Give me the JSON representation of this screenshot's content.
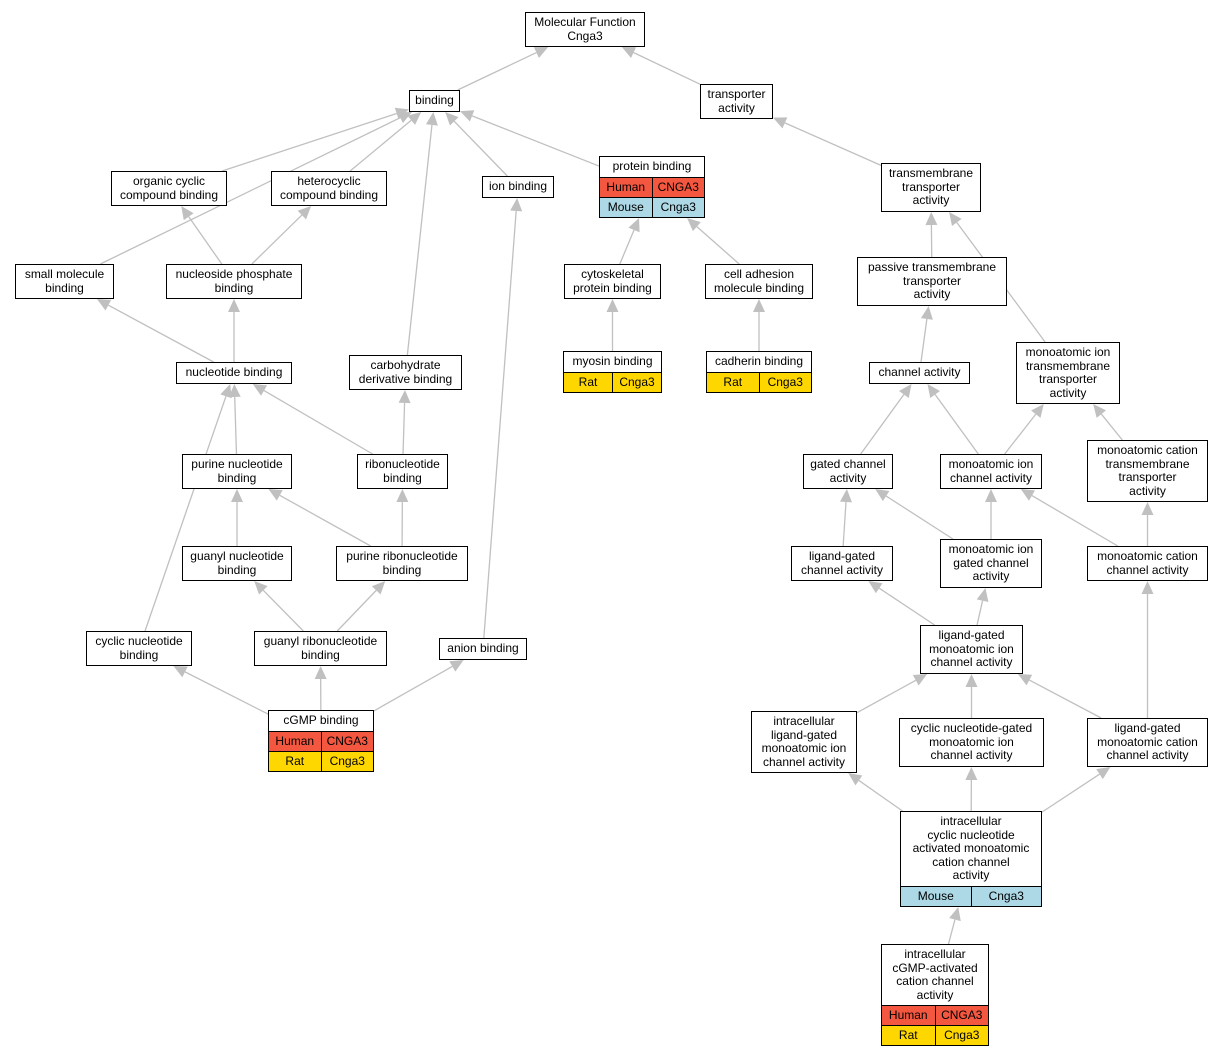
{
  "colors": {
    "human": "#f4573f",
    "rat": "#ffd700",
    "mouse": "#add8e6",
    "edge": "#c0c0c0"
  },
  "nodes": {
    "mf": {
      "label": "Molecular Function\nCnga3"
    },
    "binding": {
      "label": "binding"
    },
    "transporter": {
      "label": "transporter\nactivity"
    },
    "organic": {
      "label": "organic cyclic\ncompound binding"
    },
    "hetero": {
      "label": "heterocyclic\ncompound binding"
    },
    "ion_binding": {
      "label": "ion binding"
    },
    "protein_binding": {
      "label": "protein binding",
      "anno": [
        [
          "Human",
          "CNGA3"
        ],
        [
          "Mouse",
          "Cnga3"
        ]
      ]
    },
    "tm_transporter": {
      "label": "transmembrane\ntransporter\nactivity"
    },
    "small_mol": {
      "label": "small molecule\nbinding"
    },
    "nuc_phos": {
      "label": "nucleoside phosphate\nbinding"
    },
    "cytoskeletal": {
      "label": "cytoskeletal\nprotein binding"
    },
    "cell_adhesion": {
      "label": "cell adhesion\nmolecule binding"
    },
    "passive_tm": {
      "label": "passive transmembrane\ntransporter\nactivity"
    },
    "nucleotide": {
      "label": "nucleotide binding"
    },
    "carbohydrate": {
      "label": "carbohydrate\nderivative binding"
    },
    "myosin": {
      "label": "myosin binding",
      "anno": [
        [
          "Rat",
          "Cnga3"
        ]
      ]
    },
    "cadherin": {
      "label": "cadherin binding",
      "anno": [
        [
          "Rat",
          "Cnga3"
        ]
      ]
    },
    "channel": {
      "label": "channel activity"
    },
    "mono_tm": {
      "label": "monoatomic ion\ntransmembrane\ntransporter\nactivity"
    },
    "purine_nuc": {
      "label": "purine nucleotide\nbinding"
    },
    "ribonuc": {
      "label": "ribonucleotide\nbinding"
    },
    "gated": {
      "label": "gated channel\nactivity"
    },
    "mono_channel": {
      "label": "monoatomic ion\nchannel activity"
    },
    "cation_tm": {
      "label": "monoatomic cation\ntransmembrane\ntransporter\nactivity"
    },
    "guanyl_nuc": {
      "label": "guanyl nucleotide\nbinding"
    },
    "purine_ribo": {
      "label": "purine ribonucleotide\nbinding"
    },
    "lig_gated": {
      "label": "ligand-gated\nchannel activity"
    },
    "mono_gated": {
      "label": "monoatomic ion\ngated channel\nactivity"
    },
    "cation_channel": {
      "label": "monoatomic cation\nchannel activity"
    },
    "cyclic_nuc": {
      "label": "cyclic nucleotide\nbinding"
    },
    "guanyl_ribo": {
      "label": "guanyl ribonucleotide\nbinding"
    },
    "anion": {
      "label": "anion binding"
    },
    "lig_mono": {
      "label": "ligand-gated\nmonoatomic ion\nchannel activity"
    },
    "cgmp_binding": {
      "label": "cGMP binding",
      "anno": [
        [
          "Human",
          "CNGA3"
        ],
        [
          "Rat",
          "Cnga3"
        ]
      ]
    },
    "intra_lig": {
      "label": "intracellular\nligand-gated\nmonoatomic ion\nchannel activity"
    },
    "cng_mono": {
      "label": "cyclic nucleotide-gated\nmonoatomic ion\nchannel activity"
    },
    "lig_cation": {
      "label": "ligand-gated\nmonoatomic cation\nchannel activity"
    },
    "intra_cn": {
      "label": "intracellular\ncyclic nucleotide\nactivated monoatomic\ncation channel\nactivity",
      "anno": [
        [
          "Mouse",
          "Cnga3"
        ]
      ]
    },
    "intra_cgmp": {
      "label": "intracellular\ncGMP-activated\ncation channel\nactivity",
      "anno": [
        [
          "Human",
          "CNGA3"
        ],
        [
          "Rat",
          "Cnga3"
        ]
      ]
    }
  },
  "edges": [
    [
      "binding",
      "mf"
    ],
    [
      "transporter",
      "mf"
    ],
    [
      "organic",
      "binding"
    ],
    [
      "hetero",
      "binding"
    ],
    [
      "ion_binding",
      "binding"
    ],
    [
      "protein_binding",
      "binding"
    ],
    [
      "small_mol",
      "binding"
    ],
    [
      "carbohydrate",
      "binding"
    ],
    [
      "tm_transporter",
      "transporter"
    ],
    [
      "nuc_phos",
      "organic"
    ],
    [
      "nuc_phos",
      "hetero"
    ],
    [
      "anion",
      "ion_binding"
    ],
    [
      "cytoskeletal",
      "protein_binding"
    ],
    [
      "cell_adhesion",
      "protein_binding"
    ],
    [
      "passive_tm",
      "tm_transporter"
    ],
    [
      "mono_tm",
      "tm_transporter"
    ],
    [
      "nucleotide",
      "small_mol"
    ],
    [
      "nucleotide",
      "nuc_phos"
    ],
    [
      "myosin",
      "cytoskeletal"
    ],
    [
      "cadherin",
      "cell_adhesion"
    ],
    [
      "channel",
      "passive_tm"
    ],
    [
      "purine_nuc",
      "nucleotide"
    ],
    [
      "ribonuc",
      "nucleotide"
    ],
    [
      "ribonuc",
      "carbohydrate"
    ],
    [
      "cyclic_nuc",
      "nucleotide"
    ],
    [
      "gated",
      "channel"
    ],
    [
      "mono_channel",
      "channel"
    ],
    [
      "mono_channel",
      "mono_tm"
    ],
    [
      "cation_tm",
      "mono_tm"
    ],
    [
      "guanyl_nuc",
      "purine_nuc"
    ],
    [
      "purine_ribo",
      "purine_nuc"
    ],
    [
      "purine_ribo",
      "ribonuc"
    ],
    [
      "lig_gated",
      "gated"
    ],
    [
      "mono_gated",
      "gated"
    ],
    [
      "mono_gated",
      "mono_channel"
    ],
    [
      "cation_channel",
      "mono_channel"
    ],
    [
      "cation_channel",
      "cation_tm"
    ],
    [
      "guanyl_ribo",
      "guanyl_nuc"
    ],
    [
      "guanyl_ribo",
      "purine_ribo"
    ],
    [
      "lig_mono",
      "lig_gated"
    ],
    [
      "lig_mono",
      "mono_gated"
    ],
    [
      "lig_cation",
      "cation_channel"
    ],
    [
      "cgmp_binding",
      "cyclic_nuc"
    ],
    [
      "cgmp_binding",
      "guanyl_ribo"
    ],
    [
      "cgmp_binding",
      "anion"
    ],
    [
      "intra_lig",
      "lig_mono"
    ],
    [
      "cng_mono",
      "lig_mono"
    ],
    [
      "lig_cation",
      "lig_mono"
    ],
    [
      "intra_cn",
      "intra_lig"
    ],
    [
      "intra_cn",
      "cng_mono"
    ],
    [
      "intra_cn",
      "lig_cation"
    ],
    [
      "intra_cgmp",
      "intra_cn"
    ]
  ]
}
